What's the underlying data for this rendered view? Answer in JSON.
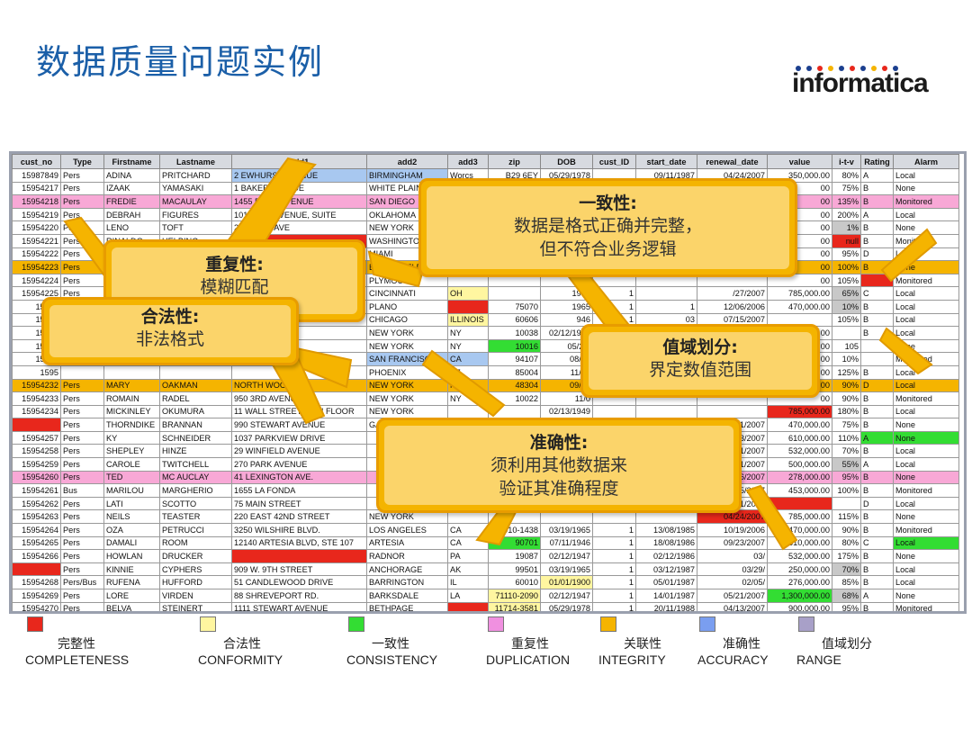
{
  "title": "数据质量问题实例",
  "logo": {
    "text": "informatica",
    "dot_colors": [
      "#1b3f8f",
      "#1b3f8f",
      "#e8271c",
      "#f5b400",
      "#1b3f8f",
      "#e8271c",
      "#1b3f8f",
      "#f5b400",
      "#e8271c",
      "#1b3f8f"
    ]
  },
  "table": {
    "headers": [
      "cust_no",
      "Type",
      "Firstname",
      "Lastname",
      "add1",
      "add2",
      "add3",
      "zip",
      "DOB",
      "cust_ID",
      "start_date",
      "renewal_date",
      "value",
      "i-t-v",
      "Rating",
      "Alarm"
    ],
    "rows": [
      [
        "15987849",
        "Pers",
        "ADINA",
        "PRITCHARD",
        "2 EWHURST AVENUE",
        "BIRMINGHAM",
        "Worcs",
        "B29 6EY",
        "05/29/1978",
        "",
        "09/11/1987",
        "04/24/2007",
        "350,000.00",
        "80%",
        "A",
        "Local"
      ],
      [
        "15954217",
        "Pers",
        "IZAAK",
        "YAMASAKI",
        "1 BAKER AVENUE",
        "WHITE PLAINS",
        "",
        "",
        "",
        "",
        "",
        "",
        "00",
        "75%",
        "B",
        "None"
      ],
      [
        "15954218",
        "Pers",
        "FREDIE",
        "MACAULAY",
        "1455 FIRST AVENUE",
        "SAN DIEGO",
        "",
        "",
        "",
        "",
        "",
        "",
        "00",
        "135%",
        "B",
        "Monitored"
      ],
      [
        "15954219",
        "Pers",
        "DEBRAH",
        "FIGURES",
        "101 PARK AVENUE, SUITE",
        "OKLAHOMA",
        "",
        "",
        "",
        "",
        "",
        "",
        "00",
        "200%",
        "A",
        "Local"
      ],
      [
        "15954220",
        "Pers",
        "LENO",
        "TOFT",
        "245 PARK AVE",
        "NEW YORK",
        "",
        "",
        "",
        "",
        "",
        "",
        "00",
        "1%",
        "B",
        "None"
      ],
      [
        "15954221",
        "Pers",
        "RINALDO",
        "HELBING",
        "",
        "WASHINGTON",
        "",
        "",
        "",
        "",
        "",
        "",
        "00",
        "null",
        "B",
        "Monitored"
      ],
      [
        "15954222",
        "Pers",
        "",
        "",
        "",
        "MIAMI",
        "",
        "",
        "",
        "",
        "",
        "",
        "00",
        "95%",
        "D",
        "Local"
      ],
      [
        "15954223",
        "Pers",
        "",
        "",
        "",
        "BLOOMFIELD",
        "",
        "",
        "",
        "",
        "",
        "",
        "00",
        "100%",
        "B",
        "None"
      ],
      [
        "15954224",
        "Pers",
        "",
        "",
        "",
        "PLYMOUTH",
        "",
        "",
        "",
        "",
        "",
        "",
        "00",
        "105%",
        "",
        "Monitored"
      ],
      [
        "15954225",
        "Pers",
        "",
        "",
        "",
        "CINCINNATI",
        "OH",
        "",
        "1900",
        "1",
        "",
        "/27/2007",
        "785,000.00",
        "65%",
        "C",
        "Local"
      ],
      [
        "15954",
        "",
        "",
        "",
        "",
        "PLANO",
        "",
        "75070",
        "1965",
        "1",
        "1",
        "12/06/2006",
        "470,000.00",
        "10%",
        "B",
        "Local"
      ],
      [
        "15954",
        "",
        "",
        "",
        "",
        "CHICAGO",
        "ILLINOIS",
        "60606",
        "946",
        "1",
        "03",
        "07/15/2007",
        "",
        "105%",
        "B",
        "Local"
      ],
      [
        "15954",
        "",
        "",
        "",
        "",
        "NEW YORK",
        "NY",
        "10038",
        "02/12/1947",
        "",
        "",
        "",
        "500,000.00",
        "",
        "B",
        "Local"
      ],
      [
        "15954",
        "",
        "",
        "",
        "",
        "NEW YORK",
        "NY",
        "10016",
        "05/29/",
        "",
        "",
        "",
        "00",
        "105",
        "",
        "None"
      ],
      [
        "15954",
        "",
        "",
        "",
        "",
        "SAN FRANCISCO",
        "CA",
        "94107",
        "08/01",
        "",
        "",
        "",
        "00",
        "10%",
        "",
        "Monitored"
      ],
      [
        "1595",
        "",
        "",
        "",
        "",
        "PHOENIX",
        "AZ",
        "85004",
        "11/23",
        "",
        "",
        "",
        "00",
        "125%",
        "B",
        "Local"
      ],
      [
        "15954232",
        "Pers",
        "MARY",
        "OAKMAN",
        "NORTH WOOD",
        "NEW YORK",
        "NY",
        "48304",
        "09/18",
        "",
        "",
        "",
        "00",
        "90%",
        "D",
        "Local"
      ],
      [
        "15954233",
        "Pers",
        "ROMAIN",
        "RADEL",
        "950 3RD AVENUE",
        "NEW YORK",
        "NY",
        "10022",
        "11/0",
        "",
        "",
        "",
        "00",
        "90%",
        "B",
        "Monitored"
      ],
      [
        "15954234",
        "Pers",
        "MICKINLEY",
        "OKUMURA",
        "11 WALL STREET 11TH FLOOR",
        "NEW YORK",
        "",
        "",
        "02/13/1949",
        "",
        "",
        "",
        "785,000.00",
        "180%",
        "B",
        "Local"
      ],
      [
        "",
        "Pers",
        "THORNDIKE",
        "BRANNAN",
        "990 STEWART AVENUE",
        "GARDEN CITY",
        "",
        "",
        "07/07/1966",
        "",
        "07/1981",
        "05/21/2007",
        "470,000.00",
        "75%",
        "B",
        "None"
      ],
      [
        "15954257",
        "Pers",
        "KY",
        "SCHNEIDER",
        "1037 PARKVIEW DRIVE",
        "",
        "",
        "",
        "",
        "",
        "",
        "04/13/2007",
        "610,000.00",
        "110%",
        "A",
        "None"
      ],
      [
        "15954258",
        "Pers",
        "SHEPLEY",
        "HINZE",
        "29 WINFIELD AVENUE",
        "",
        "",
        "",
        "",
        "",
        "",
        "08/11/2007",
        "532,000.00",
        "70%",
        "B",
        "Local"
      ],
      [
        "15954259",
        "Pers",
        "CAROLE",
        "TWITCHELL",
        "270 PARK AVENUE",
        "",
        "",
        "",
        "",
        "",
        "",
        "01/2007",
        "500,000.00",
        "55%",
        "A",
        "Local"
      ],
      [
        "15954260",
        "Pers",
        "TED",
        "MC AUCLAY",
        "41 LEXINGTON AVE.",
        "",
        "",
        "",
        "",
        "",
        "",
        "2/06/2007",
        "278,000.00",
        "95%",
        "B",
        "None"
      ],
      [
        "15954261",
        "Bus",
        "MARILOU",
        "MARGHERIO",
        "1655 LA FONDA",
        "",
        "",
        "",
        "",
        "",
        "",
        "07/15/2007",
        "453,000.00",
        "100%",
        "B",
        "Monitored"
      ],
      [
        "15954262",
        "Pers",
        "LATI",
        "SCOTTO",
        "75 MAIN STREET",
        "",
        "",
        "",
        "",
        "",
        "",
        "06/11/2007",
        "",
        "",
        "D",
        "Local"
      ],
      [
        "15954263",
        "Pers",
        "NEILS",
        "TEASTER",
        "220 EAST 42ND STREET",
        "NEW YORK",
        "",
        "",
        "",
        "",
        "",
        "04/24/2007",
        "785,000.00",
        "115%",
        "B",
        "None"
      ],
      [
        "15954264",
        "Pers",
        "OZA",
        "PETRUCCI",
        "3250 WILSHIRE BLVD.",
        "LOS ANGELES",
        "CA",
        "90010-1438",
        "03/19/1965",
        "1",
        "13/08/1985",
        "10/19/2006",
        "470,000.00",
        "90%",
        "B",
        "Monitored"
      ],
      [
        "15954265",
        "Pers",
        "DAMALI",
        "ROOM",
        "12140 ARTESIA BLVD, STE 107",
        "ARTESIA",
        "CA",
        "90701",
        "07/11/1946",
        "1",
        "18/08/1986",
        "09/23/2007",
        "610,000.00",
        "80%",
        "C",
        "Local"
      ],
      [
        "15954266",
        "Pers",
        "HOWLAN",
        "DRUCKER",
        "",
        "RADNOR",
        "PA",
        "19087",
        "02/12/1947",
        "1",
        "02/12/1986",
        "03/",
        "532,000.00",
        "175%",
        "B",
        "None"
      ],
      [
        "",
        "Pers",
        "KINNIE",
        "CYPHERS",
        "909 W. 9TH STREET",
        "ANCHORAGE",
        "AK",
        "99501",
        "03/19/1965",
        "1",
        "03/12/1987",
        "03/29/",
        "250,000.00",
        "70%",
        "B",
        "Local"
      ],
      [
        "15954268",
        "Pers/Bus",
        "RUFENA",
        "HUFFORD",
        "51 CANDLEWOOD DRIVE",
        "BARRINGTON",
        "IL",
        "60010",
        "01/01/1900",
        "1",
        "05/01/1987",
        "02/05/",
        "276,000.00",
        "85%",
        "B",
        "Local"
      ],
      [
        "15954269",
        "Pers",
        "LORE",
        "VIRDEN",
        "88 SHREVEPORT RD.",
        "BARKSDALE",
        "LA",
        "71110-2090",
        "02/12/1947",
        "1",
        "14/01/1987",
        "05/21/2007",
        "1,300,000.00",
        "68%",
        "A",
        "None"
      ],
      [
        "15954270",
        "Pers",
        "BELVA",
        "STEINERT",
        "1111 STEWART AVENUE",
        "BETHPAGE",
        "",
        "11714-3581",
        "05/29/1978",
        "1",
        "20/11/1988",
        "04/13/2007",
        "900,000.00",
        "95%",
        "B",
        "Monitored"
      ],
      [
        "15954271",
        "Pers",
        "ADAMSEN",
        "REISINGER",
        "82 DEVONSHIRE STREET E31A",
        "BOSTON",
        "MA",
        "2109",
        "08/01/1959",
        "1",
        "31/08/1989",
        "08/11/2007",
        "500,000.00",
        "105%",
        "B",
        "Local"
      ]
    ]
  },
  "callouts": {
    "duplication": {
      "title": "重复性:",
      "body": "模糊匹配"
    },
    "conformity": {
      "title": "合法性:",
      "body": "非法格式"
    },
    "consistency": {
      "title": "一致性:",
      "body1": "数据是格式正确并完整，",
      "body2": "但不符合业务逻辑"
    },
    "range": {
      "title": "值域划分:",
      "body": "界定数值范围"
    },
    "accuracy": {
      "title": "准确性:",
      "body1": "须利用其他数据来",
      "body2": "验证其准确程度"
    }
  },
  "legend": [
    {
      "zh": "完整性",
      "en": "COMPLETENESS",
      "color": "#e8271c"
    },
    {
      "zh": "合法性",
      "en": "CONFORMITY",
      "color": "#fff6a0"
    },
    {
      "zh": "一致性",
      "en": "CONSISTENCY",
      "color": "#33dd33"
    },
    {
      "zh": "重复性",
      "en": "DUPLICATION",
      "color": "#f090e0"
    },
    {
      "zh": "关联性",
      "en": "INTEGRITY",
      "color": "#f5b400"
    },
    {
      "zh": "准确性",
      "en": "ACCURACY",
      "color": "#7a9ef0"
    },
    {
      "zh": "值域划分",
      "en": "RANGE",
      "color": "#a8a0c8"
    }
  ]
}
